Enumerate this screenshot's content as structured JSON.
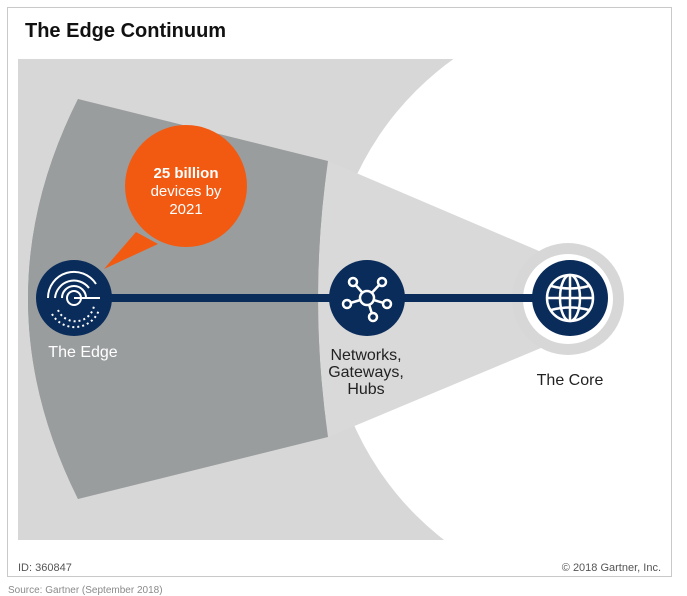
{
  "title": "The Edge Continuum",
  "callout": {
    "line1": "25 billion",
    "line2": "devices by",
    "line3": "2021"
  },
  "nodes": {
    "edge": {
      "label": "The Edge",
      "icon": "edge-radar-icon"
    },
    "network": {
      "label_lines": [
        "Networks,",
        "Gateways,",
        "Hubs"
      ],
      "icon": "network-hub-icon"
    },
    "core": {
      "label": "The Core",
      "icon": "globe-icon"
    }
  },
  "footer": {
    "id": "ID: 360847",
    "copyright": "© 2018 Gartner, Inc.",
    "source": "Source: Gartner (September 2018)"
  },
  "colors": {
    "navy": "#0a2c5a",
    "orange": "#f25a12",
    "dark_gray": "#9a9d9e",
    "light_gray": "#d7d7d7",
    "white": "#ffffff"
  }
}
